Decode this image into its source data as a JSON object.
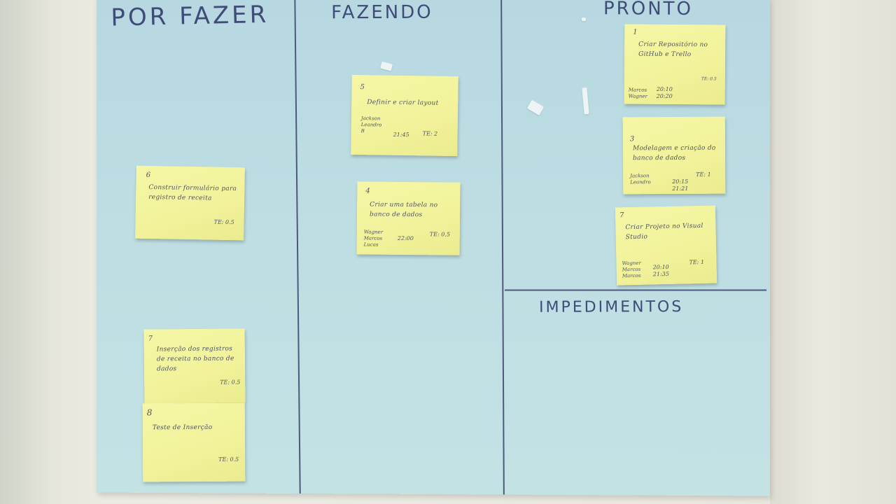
{
  "columns": {
    "todo": "POR FAZER",
    "doing": "FAZENDO",
    "done": "PRONTO",
    "impediments": "IMPEDIMENTOS"
  },
  "notes": {
    "n6": {
      "num": "6",
      "task": "Construir formulário para registro de receita",
      "te": "TE: 0.5",
      "people": "",
      "times": ""
    },
    "n7a": {
      "num": "7",
      "task": "Inserção dos registros de receita no banco de dados",
      "te": "TE: 0.5",
      "people": "",
      "times": ""
    },
    "n8": {
      "num": "8",
      "task": "Teste de Inserção",
      "te": "TE: 0.5",
      "people": "",
      "times": ""
    },
    "n5": {
      "num": "5",
      "task": "Definir e criar layout",
      "te": "TE: 2",
      "people": "Jackson\nLeandro\nB",
      "times": "21:45"
    },
    "n4": {
      "num": "4",
      "task": "Criar uma tabela no banco de dados",
      "te": "TE: 0.5",
      "people": "Wagner\nMarcos\nLucas",
      "times": "22:00"
    },
    "n1": {
      "num": "1",
      "task": "Criar Repositório no GitHub e Trello",
      "te": "TE: 0.5",
      "people": "Marcos\nWagner",
      "times": "20:10\n20:20"
    },
    "n3": {
      "num": "3",
      "task": "Modelagem e criação do banco de dados",
      "te": "TE: 1",
      "people": "Jackson\nLeandro",
      "times": "20:15\n21:21"
    },
    "n7b": {
      "num": "7",
      "task": "Criar Projeto no Visual Studio",
      "te": "TE: 1",
      "people": "Wagner\nMarcos\nMarcos",
      "times": "20:10\n21:35"
    }
  }
}
